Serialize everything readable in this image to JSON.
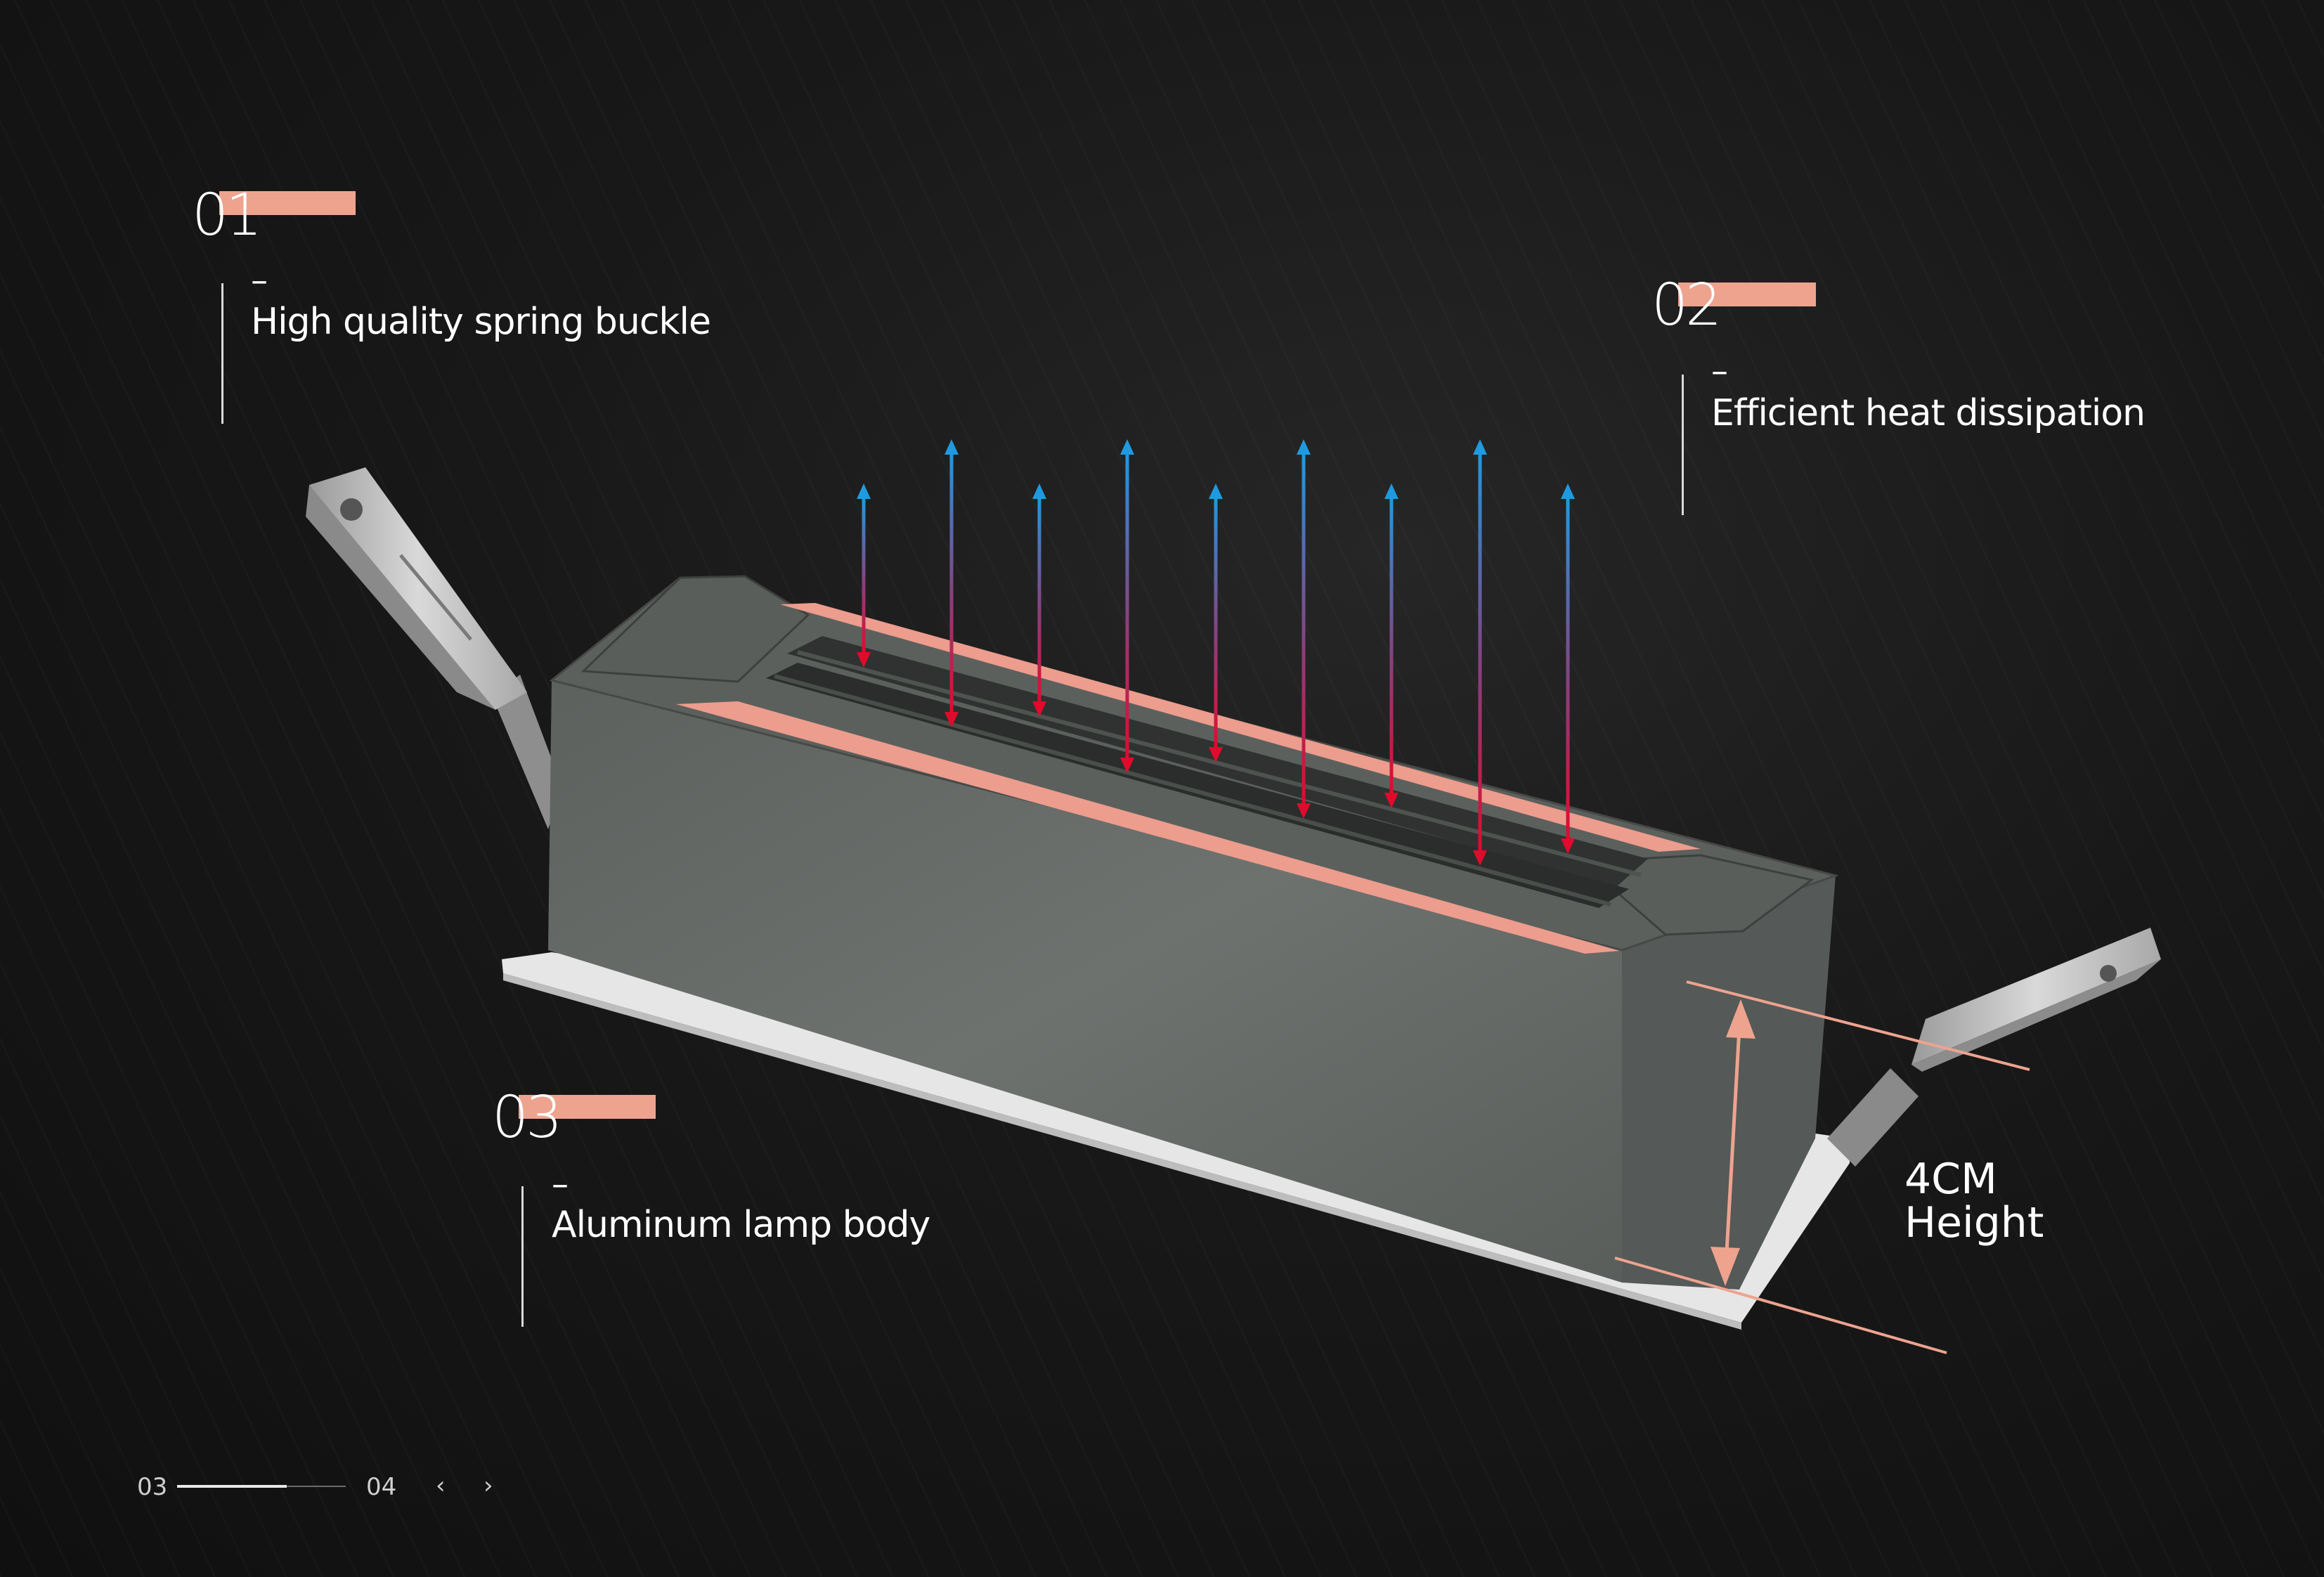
{
  "features": [
    {
      "number": "01",
      "dash": "–",
      "label": "High quality spring buckle"
    },
    {
      "number": "02",
      "dash": "–",
      "label": "Efficient heat dissipation"
    },
    {
      "number": "03",
      "dash": "–",
      "label": "Aluminum lamp body"
    }
  ],
  "dimension": {
    "value": "4CM",
    "label": "Height"
  },
  "pagination": {
    "current": "03",
    "total": "04",
    "progress": 0.65,
    "prev_icon": "‹",
    "next_icon": "›"
  },
  "colors": {
    "accent": "#eea38f",
    "cool": "#1f9ae0",
    "hot": "#e00b2c",
    "body": "#676b68"
  }
}
